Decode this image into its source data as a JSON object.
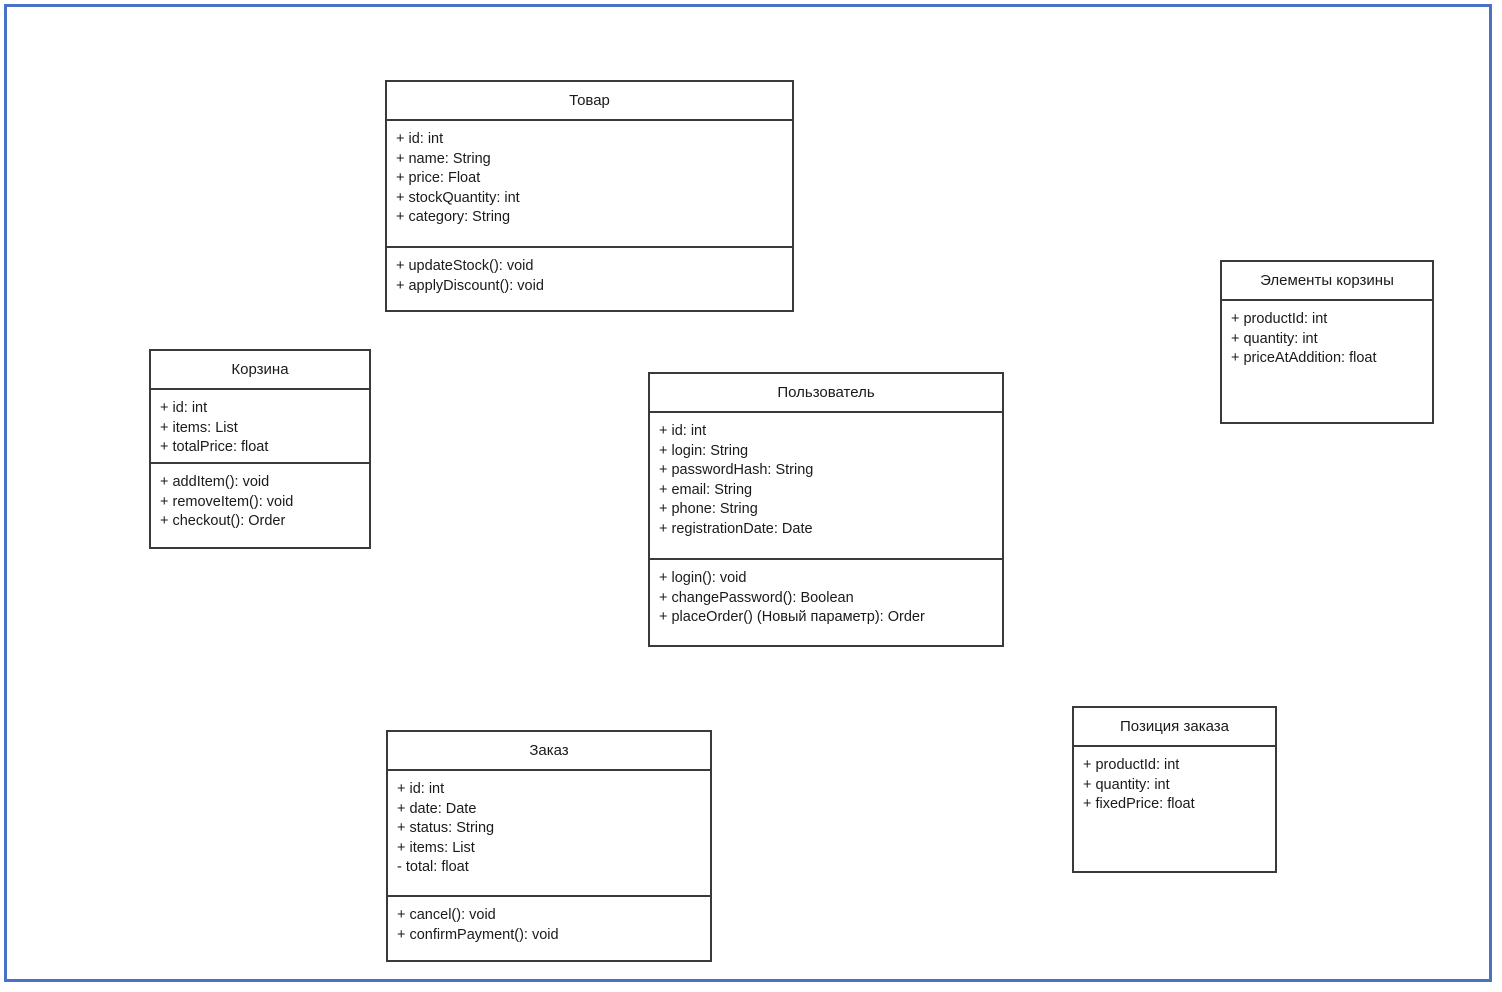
{
  "diagram": {
    "type": "uml-class-diagram",
    "frame_color": "#4a72c4",
    "box_border_color": "#3a3a3a",
    "background": "#ffffff",
    "classes": [
      {
        "id": "tovar",
        "title": "Товар",
        "attributes": [
          "+ id: int",
          "+ name: String",
          "+ price: Float",
          "+ stockQuantity: int",
          "+ category: String"
        ],
        "methods": [
          "+ updateStock(): void",
          "+ applyDiscount(): void"
        ]
      },
      {
        "id": "korzina",
        "title": "Корзина",
        "attributes": [
          "+ id: int",
          "+ items: List",
          "+ totalPrice: float"
        ],
        "methods": [
          "+ addItem(): void",
          "+ removeItem(): void",
          "+ checkout(): Order"
        ]
      },
      {
        "id": "polzovatel",
        "title": "Пользователь",
        "attributes": [
          "+ id: int",
          "+ login: String",
          "+ passwordHash: String",
          "+ email: String",
          "+ phone: String",
          "+ registrationDate: Date"
        ],
        "methods": [
          "+ login(): void",
          "+ changePassword(): Boolean",
          "+ placeOrder() (Новый параметр): Order"
        ]
      },
      {
        "id": "elementy-korziny",
        "title": "Элементы корзины",
        "attributes": [
          "+ productId: int",
          "+ quantity: int",
          "+ priceAtAddition: float"
        ],
        "methods": []
      },
      {
        "id": "zakaz",
        "title": "Заказ",
        "attributes": [
          "+ id: int",
          "+ date: Date",
          "+ status: String",
          "+ items: List",
          "- total: float"
        ],
        "methods": [
          "+ cancel(): void",
          "+ confirmPayment(): void"
        ]
      },
      {
        "id": "poziciya-zakaza",
        "title": "Позиция заказа",
        "attributes": [
          "+ productId: int",
          "+ quantity: int",
          "+ fixedPrice: float"
        ],
        "methods": []
      }
    ]
  }
}
